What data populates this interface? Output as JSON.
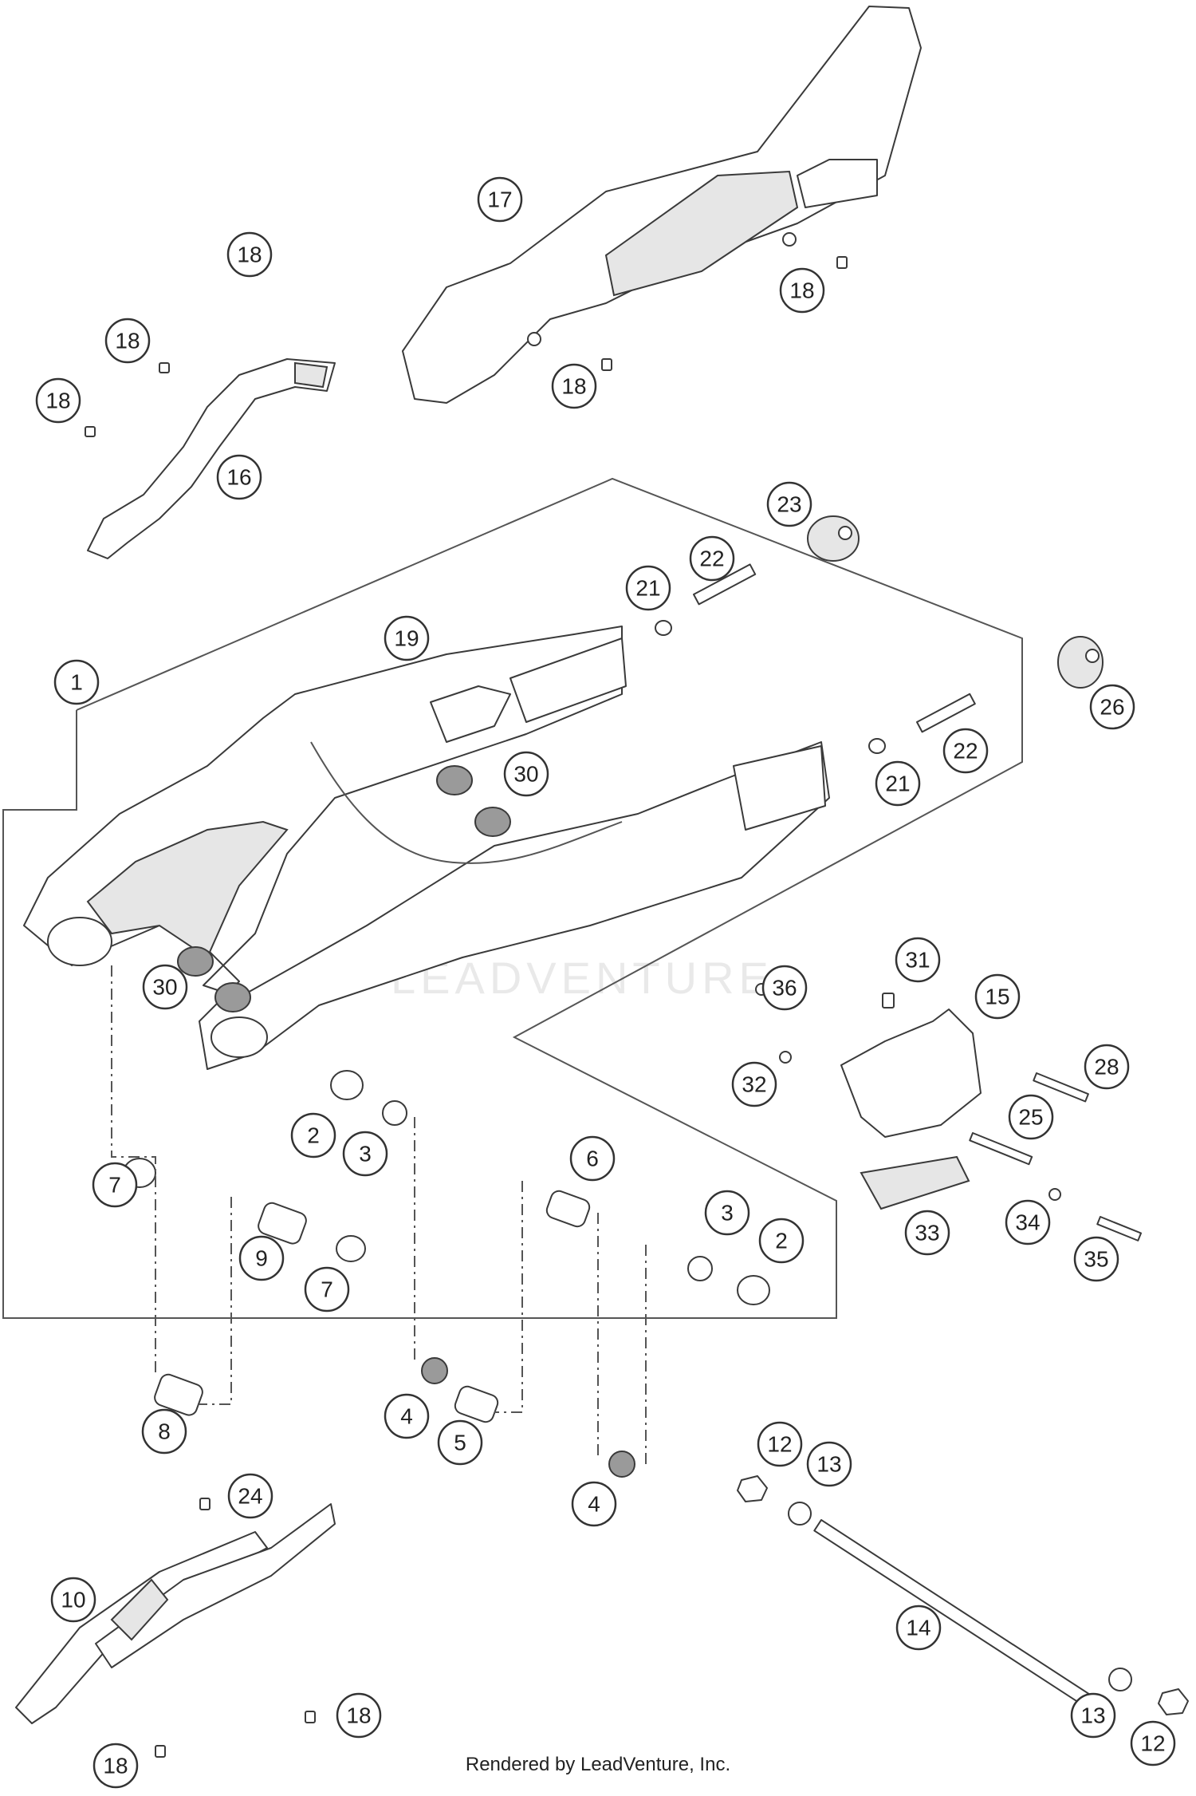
{
  "callouts": [
    {
      "id": "c1",
      "text": "1"
    },
    {
      "id": "c2a",
      "text": "2"
    },
    {
      "id": "c2b",
      "text": "2"
    },
    {
      "id": "c3a",
      "text": "3"
    },
    {
      "id": "c3b",
      "text": "3"
    },
    {
      "id": "c4a",
      "text": "4"
    },
    {
      "id": "c4b",
      "text": "4"
    },
    {
      "id": "c5",
      "text": "5"
    },
    {
      "id": "c6",
      "text": "6"
    },
    {
      "id": "c7a",
      "text": "7"
    },
    {
      "id": "c7b",
      "text": "7"
    },
    {
      "id": "c8",
      "text": "8"
    },
    {
      "id": "c9",
      "text": "9"
    },
    {
      "id": "c10",
      "text": "10"
    },
    {
      "id": "c12a",
      "text": "12"
    },
    {
      "id": "c12b",
      "text": "12"
    },
    {
      "id": "c13a",
      "text": "13"
    },
    {
      "id": "c13b",
      "text": "13"
    },
    {
      "id": "c14",
      "text": "14"
    },
    {
      "id": "c15",
      "text": "15"
    },
    {
      "id": "c16",
      "text": "16"
    },
    {
      "id": "c17",
      "text": "17"
    },
    {
      "id": "c18a",
      "text": "18"
    },
    {
      "id": "c18b",
      "text": "18"
    },
    {
      "id": "c18c",
      "text": "18"
    },
    {
      "id": "c18d",
      "text": "18"
    },
    {
      "id": "c18e",
      "text": "18"
    },
    {
      "id": "c18f",
      "text": "18"
    },
    {
      "id": "c18g",
      "text": "18"
    },
    {
      "id": "c19",
      "text": "19"
    },
    {
      "id": "c21a",
      "text": "21"
    },
    {
      "id": "c21b",
      "text": "21"
    },
    {
      "id": "c22a",
      "text": "22"
    },
    {
      "id": "c22b",
      "text": "22"
    },
    {
      "id": "c23",
      "text": "23"
    },
    {
      "id": "c24",
      "text": "24"
    },
    {
      "id": "c25",
      "text": "25"
    },
    {
      "id": "c26",
      "text": "26"
    },
    {
      "id": "c28",
      "text": "28"
    },
    {
      "id": "c30a",
      "text": "30"
    },
    {
      "id": "c30b",
      "text": "30"
    },
    {
      "id": "c31",
      "text": "31"
    },
    {
      "id": "c32",
      "text": "32"
    },
    {
      "id": "c33",
      "text": "33"
    },
    {
      "id": "c34",
      "text": "34"
    },
    {
      "id": "c35",
      "text": "35"
    },
    {
      "id": "c36",
      "text": "36"
    }
  ],
  "watermark": "LEADVENTURE",
  "credit": "Rendered by LeadVenture, Inc."
}
